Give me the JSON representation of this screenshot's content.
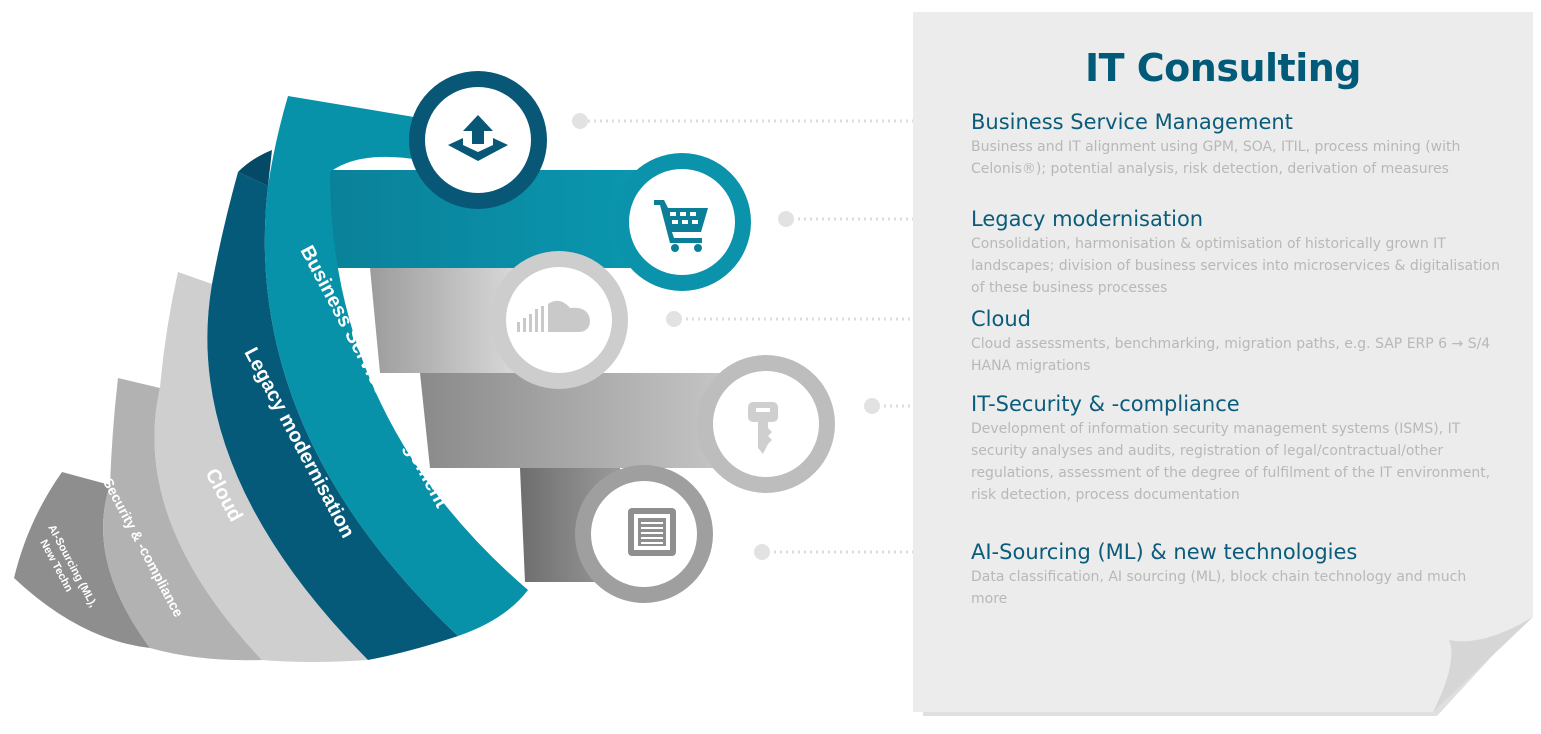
{
  "panel": {
    "title": "IT Consulting"
  },
  "services": [
    {
      "title": "Business Service Management",
      "description": "Business and IT alignment using GPM, SOA, ITIL, process mining (with Celonis®); potential analysis, risk detection, derivation of measures"
    },
    {
      "title": "Legacy modernisation",
      "description": "Consolidation, harmonisation & optimisation of historically grown IT landscapes; division of business services into microservices & digitalisation of these business processes"
    },
    {
      "title": "Cloud",
      "description": "Cloud assessments, benchmarking, migration paths, e.g. SAP ERP 6 → S/4 HANA migrations"
    },
    {
      "title": "IT-Security & -compliance",
      "description": "Development of information security management systems (ISMS), IT security analyses and audits, registration of legal/contractual/other regulations, assessment of the degree of fulfilment of the IT environment, risk detection, process documentation"
    },
    {
      "title": "AI-Sourcing (ML) & new technologies",
      "description": "Data classification, AI sourcing (ML), block chain technology and much more"
    }
  ],
  "bands": [
    {
      "label": "Business Service Management",
      "color": "#0590a8"
    },
    {
      "label": "Legacy modernisation",
      "color": "#055a7a"
    },
    {
      "label": "Cloud",
      "color": "#cfcfcf"
    },
    {
      "label": "IT-Security & -compliance",
      "color": "#b4b4b4"
    },
    {
      "label_line1": "AI-Sourcing (ML),",
      "label_line2": "New Techn",
      "color": "#8e8e8e"
    }
  ],
  "icons": [
    "upload-tray-icon",
    "shopping-cart-icon",
    "soundcloud-icon",
    "key-icon",
    "document-icon"
  ]
}
